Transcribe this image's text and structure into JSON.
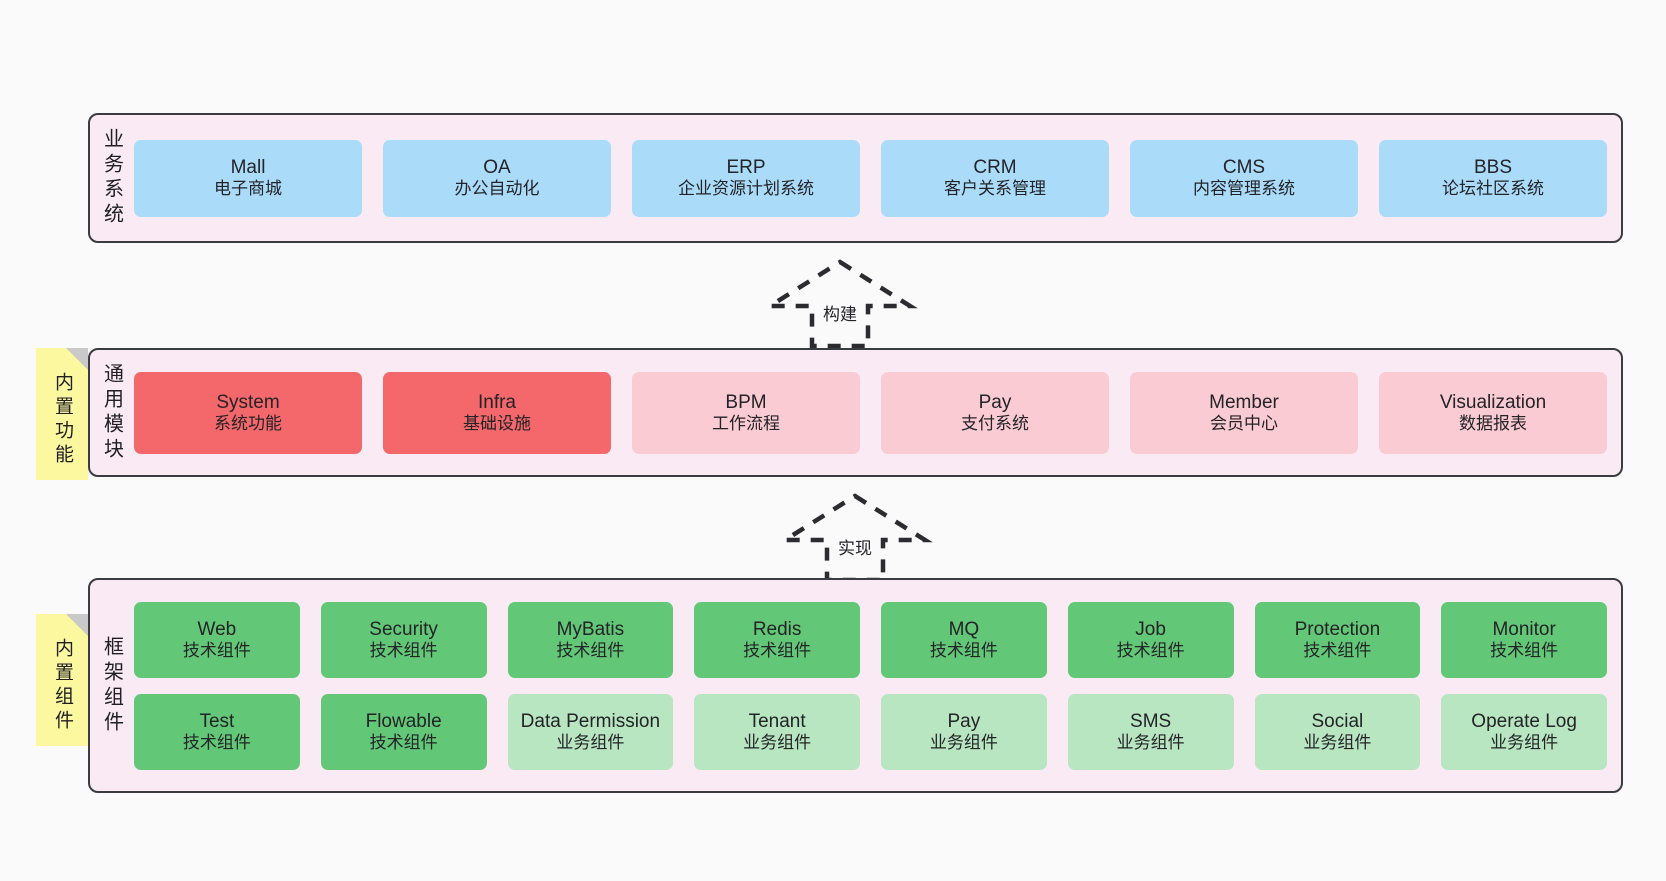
{
  "diagram": {
    "background_color": "#fafafa",
    "band_fill": "#f9eaf4",
    "band_border": "#3b3b42",
    "note_fill": "#fbf8a0"
  },
  "bands": [
    {
      "key": "business",
      "title": "业务系统",
      "node_color": "#aadcfa",
      "nodes": [
        {
          "name": "Mall",
          "desc": "电子商城"
        },
        {
          "name": "OA",
          "desc": "办公自动化"
        },
        {
          "name": "ERP",
          "desc": "企业资源计划系统"
        },
        {
          "name": "CRM",
          "desc": "客户关系管理"
        },
        {
          "name": "CMS",
          "desc": "内容管理系统"
        },
        {
          "name": "BBS",
          "desc": "论坛社区系统"
        }
      ]
    },
    {
      "key": "modules",
      "title": "通用模块",
      "note": "内置功能",
      "node_color_primary": "#f4676b",
      "node_color_secondary": "#fbcbd3",
      "nodes": [
        {
          "name": "System",
          "desc": "系统功能",
          "style": "red"
        },
        {
          "name": "Infra",
          "desc": "基础设施",
          "style": "red"
        },
        {
          "name": "BPM",
          "desc": "工作流程",
          "style": "pink"
        },
        {
          "name": "Pay",
          "desc": "支付系统",
          "style": "pink"
        },
        {
          "name": "Member",
          "desc": "会员中心",
          "style": "pink"
        },
        {
          "name": "Visualization",
          "desc": "数据报表",
          "style": "pink"
        }
      ]
    },
    {
      "key": "framework",
      "title": "框架组件",
      "note": "内置组件",
      "node_color_primary": "#62c877",
      "node_color_secondary": "#b8e6c1",
      "rows": [
        [
          {
            "name": "Web",
            "desc": "技术组件",
            "style": "green"
          },
          {
            "name": "Security",
            "desc": "技术组件",
            "style": "green"
          },
          {
            "name": "MyBatis",
            "desc": "技术组件",
            "style": "green"
          },
          {
            "name": "Redis",
            "desc": "技术组件",
            "style": "green"
          },
          {
            "name": "MQ",
            "desc": "技术组件",
            "style": "green"
          },
          {
            "name": "Job",
            "desc": "技术组件",
            "style": "green"
          },
          {
            "name": "Protection",
            "desc": "技术组件",
            "style": "green"
          },
          {
            "name": "Monitor",
            "desc": "技术组件",
            "style": "green"
          }
        ],
        [
          {
            "name": "Test",
            "desc": "技术组件",
            "style": "green"
          },
          {
            "name": "Flowable",
            "desc": "技术组件",
            "style": "green"
          },
          {
            "name": "Data Permission",
            "desc": "业务组件",
            "style": "green-lite"
          },
          {
            "name": "Tenant",
            "desc": "业务组件",
            "style": "green-lite"
          },
          {
            "name": "Pay",
            "desc": "业务组件",
            "style": "green-lite"
          },
          {
            "name": "SMS",
            "desc": "业务组件",
            "style": "green-lite"
          },
          {
            "name": "Social",
            "desc": "业务组件",
            "style": "green-lite"
          },
          {
            "name": "Operate Log",
            "desc": "业务组件",
            "style": "green-lite"
          }
        ]
      ]
    }
  ],
  "connectors": [
    {
      "key": "build",
      "label": "构建"
    },
    {
      "key": "implement",
      "label": "实现"
    }
  ]
}
